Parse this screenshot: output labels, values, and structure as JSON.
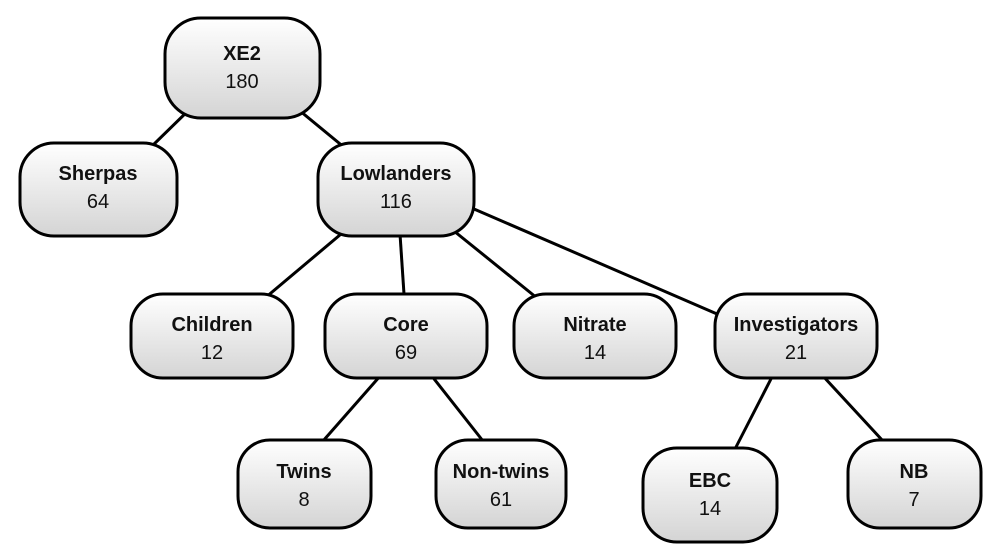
{
  "nodes": {
    "xe2": {
      "name": "XE2",
      "count": "180"
    },
    "sherpas": {
      "name": "Sherpas",
      "count": "64"
    },
    "lowlanders": {
      "name": "Lowlanders",
      "count": "116"
    },
    "children": {
      "name": "Children",
      "count": "12"
    },
    "core": {
      "name": "Core",
      "count": "69"
    },
    "nitrate": {
      "name": "Nitrate",
      "count": "14"
    },
    "investigators": {
      "name": "Investigators",
      "count": "21"
    },
    "twins": {
      "name": "Twins",
      "count": "8"
    },
    "nontwins": {
      "name": "Non-twins",
      "count": "61"
    },
    "ebc": {
      "name": "EBC",
      "count": "14"
    },
    "nb": {
      "name": "NB",
      "count": "7"
    }
  },
  "edges": [
    [
      "xe2",
      "sherpas"
    ],
    [
      "xe2",
      "lowlanders"
    ],
    [
      "lowlanders",
      "children"
    ],
    [
      "lowlanders",
      "core"
    ],
    [
      "lowlanders",
      "nitrate"
    ],
    [
      "lowlanders",
      "investigators"
    ],
    [
      "core",
      "twins"
    ],
    [
      "core",
      "nontwins"
    ],
    [
      "investigators",
      "ebc"
    ],
    [
      "investigators",
      "nb"
    ]
  ],
  "colors": {
    "node_fill_light": "#ffffff",
    "node_fill_dark": "#d4d4d4",
    "stroke": "#000000"
  }
}
